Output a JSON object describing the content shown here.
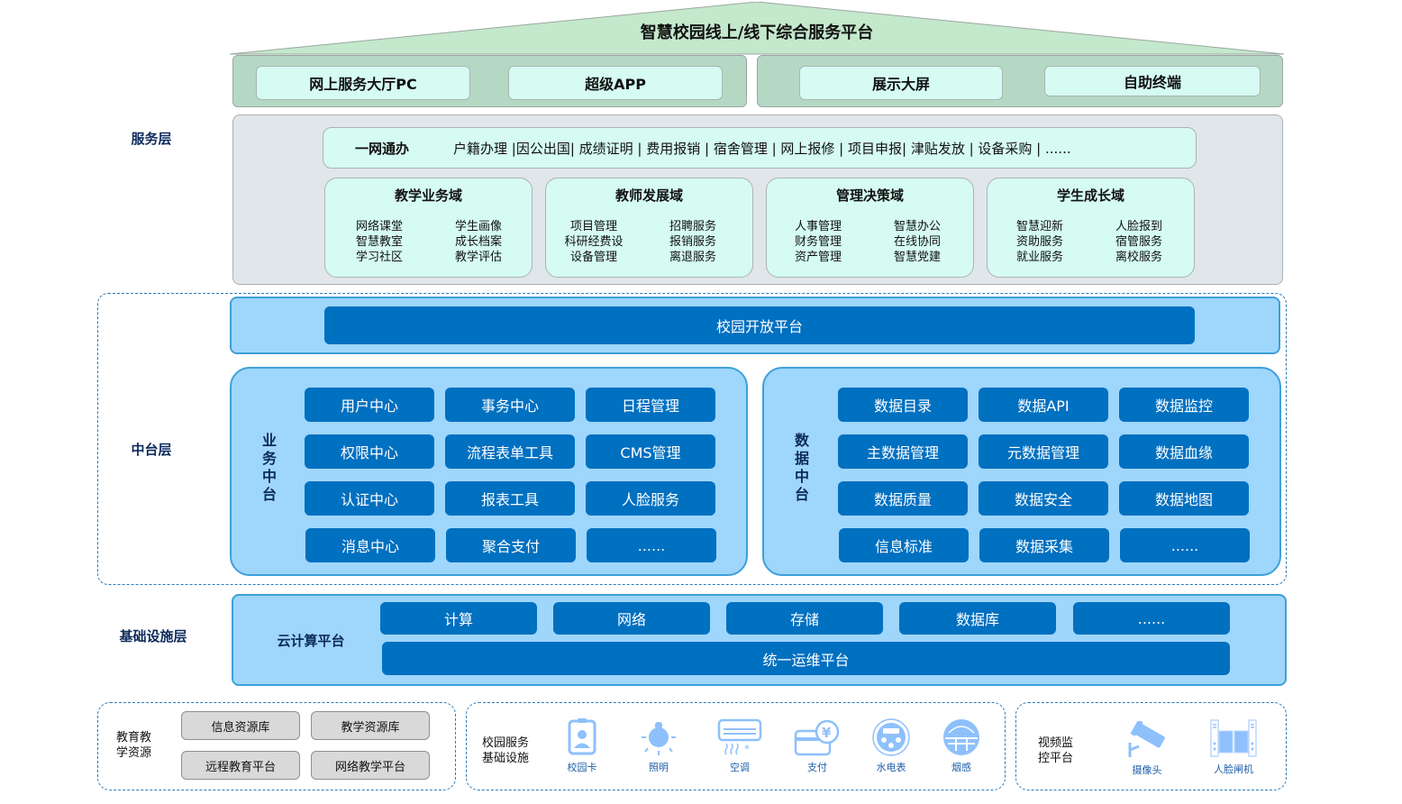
{
  "platform_title": "智慧校园线上/线下综合服务平台",
  "channels": {
    "left": [
      "网上服务大厅PC",
      "超级APP"
    ],
    "right": [
      "展示大屏",
      "自助终端"
    ]
  },
  "layers": {
    "service": "服务层",
    "middle": "中台层",
    "infra": "基础设施层"
  },
  "one_net": {
    "title": "一网通办",
    "items": "户籍办理 |因公出国| 成绩证明 | 费用报销 | 宿舍管理 | 网上报修 | 项目申报| 津贴发放 | 设备采购 | ......"
  },
  "domains": [
    {
      "title": "教学业务域",
      "col1": [
        "网络课堂",
        "智慧教室",
        "学习社区"
      ],
      "col2": [
        "学生画像",
        "成长档案",
        "教学评估"
      ]
    },
    {
      "title": "教师发展域",
      "col1": [
        "项目管理",
        "科研经费设",
        "设备管理"
      ],
      "col2": [
        "招聘服务",
        "报销服务",
        "离退服务"
      ]
    },
    {
      "title": "管理决策域",
      "col1": [
        "人事管理",
        "财务管理",
        "资产管理"
      ],
      "col2": [
        "智慧办公",
        "在线协同",
        "智慧党建"
      ]
    },
    {
      "title": "学生成长域",
      "col1": [
        "智慧迎新",
        "资助服务",
        "就业服务"
      ],
      "col2": [
        "人脸报到",
        "宿管服务",
        "离校服务"
      ]
    }
  ],
  "open_platform": "校园开放平台",
  "business_center": {
    "label": [
      "业",
      "务",
      "中",
      "台"
    ],
    "cells": [
      "用户中心",
      "事务中心",
      "日程管理",
      "权限中心",
      "流程表单工具",
      "CMS管理",
      "认证中心",
      "报表工具",
      "人脸服务",
      "消息中心",
      "聚合支付",
      "......"
    ]
  },
  "data_center": {
    "label": [
      "数",
      "据",
      "中",
      "台"
    ],
    "cells": [
      "数据目录",
      "数据API",
      "数据监控",
      "主数据管理",
      "元数据管理",
      "数据血缘",
      "数据质量",
      "数据安全",
      "数据地图",
      "信息标准",
      "数据采集",
      "......"
    ]
  },
  "cloud": {
    "label": "云计算平台",
    "items": [
      "计算",
      "网络",
      "存储",
      "数据库",
      "......"
    ],
    "ops": "统一运维平台"
  },
  "edu_resources": {
    "label": "教育教学资源",
    "items": [
      "信息资源库",
      "教学资源库",
      "远程教育平台",
      "网络教学平台"
    ]
  },
  "campus_infra": {
    "label": "校园服务基础设施",
    "items": [
      {
        "icon": "id-card-icon",
        "label": "校园卡"
      },
      {
        "icon": "light-bulb-icon",
        "label": "照明"
      },
      {
        "icon": "air-conditioner-icon",
        "label": "空调"
      },
      {
        "icon": "payment-card-icon",
        "label": "支付"
      },
      {
        "icon": "utility-meter-icon",
        "label": "水电表"
      },
      {
        "icon": "smoke-detector-icon",
        "label": "烟感"
      }
    ]
  },
  "video": {
    "label": "视频监控平台",
    "items": [
      {
        "icon": "camera-icon",
        "label": "摄像头"
      },
      {
        "icon": "face-gate-icon",
        "label": "人脸闸机"
      }
    ]
  },
  "colors": {
    "roof": "#c4e8cc",
    "channel_band": "#b5d8c4",
    "mint": "#d5fbf2",
    "service_bg": "#e1e6ea",
    "light_blue": "#9fd6fb",
    "dark_blue": "#0070c0",
    "icon_blue": "#8ec0fb",
    "label_navy": "#0d2a5c"
  }
}
